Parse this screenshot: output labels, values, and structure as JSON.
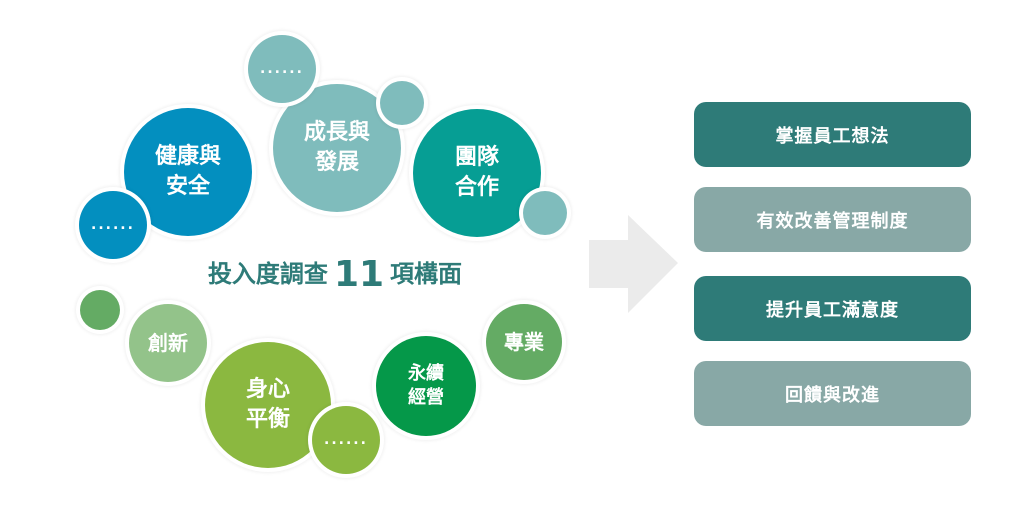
{
  "diagram": {
    "title_prefix": "投入度調查",
    "title_number": "11",
    "title_suffix": "項構面",
    "circles": [
      {
        "label": "健康與\n安全",
        "color": "#038fbf"
      },
      {
        "label": "......",
        "color": "#038fbf"
      },
      {
        "label": "成長與\n發展",
        "color": "#7fbcbc"
      },
      {
        "label": "......",
        "color": "#7fbcbc"
      },
      {
        "label": "",
        "color": "#7fbcbc"
      },
      {
        "label": "團隊\n合作",
        "color": "#069e94"
      },
      {
        "label": "",
        "color": "#7fbcbc"
      },
      {
        "label": "",
        "color": "#64ab64"
      },
      {
        "label": "創新",
        "color": "#93c38a"
      },
      {
        "label": "身心\n平衡",
        "color": "#8bb840"
      },
      {
        "label": "......",
        "color": "#8bb840"
      },
      {
        "label": "永續\n經營",
        "color": "#059849"
      },
      {
        "label": "專業",
        "color": "#64ab64"
      }
    ],
    "outcomes": [
      "掌握員工想法",
      "有效改善管理制度",
      "提升員工滿意度",
      "回饋與改進"
    ]
  }
}
